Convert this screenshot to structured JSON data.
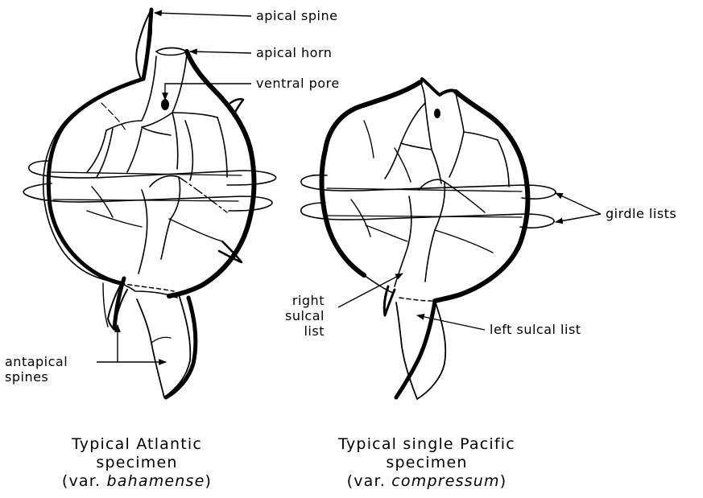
{
  "labels": {
    "apical_spine": "apical spine",
    "apical_horn": "apical horn",
    "ventral_pore": "ventral pore",
    "girdle_lists": "girdle lists",
    "right_sulcal_list": [
      "right",
      "sulcal",
      "list"
    ],
    "left_sulcal_list": "left sulcal list",
    "antapical_spines": [
      "antapical",
      "spines"
    ]
  },
  "captions": {
    "left": {
      "line1": "Typical Atlantic",
      "line2": "specimen",
      "prefix": "(var. ",
      "variety": "bahamense",
      "suffix": ")"
    },
    "right": {
      "line1": "Typical single Pacific",
      "line2": "specimen",
      "prefix": "(var. ",
      "variety": "compressum",
      "suffix": ")"
    }
  }
}
